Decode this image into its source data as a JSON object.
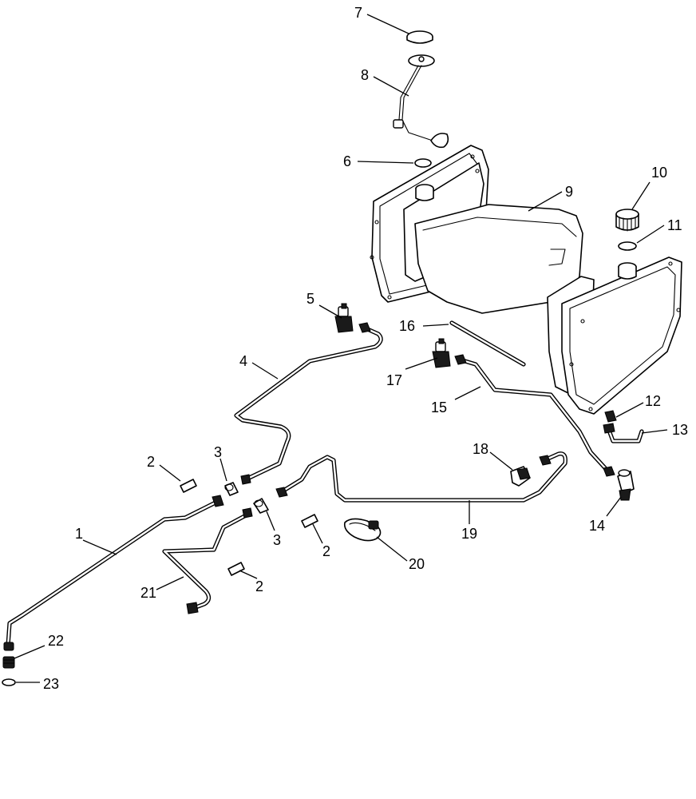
{
  "callouts": [
    {
      "id": "c7",
      "label": "7"
    },
    {
      "id": "c8",
      "label": "8"
    },
    {
      "id": "c6",
      "label": "6"
    },
    {
      "id": "c9",
      "label": "9"
    },
    {
      "id": "c10",
      "label": "10"
    },
    {
      "id": "c11",
      "label": "11"
    },
    {
      "id": "c5",
      "label": "5"
    },
    {
      "id": "c16",
      "label": "16"
    },
    {
      "id": "c4",
      "label": "4"
    },
    {
      "id": "c17",
      "label": "17"
    },
    {
      "id": "c15",
      "label": "15"
    },
    {
      "id": "c12",
      "label": "12"
    },
    {
      "id": "c13",
      "label": "13"
    },
    {
      "id": "c3a",
      "label": "3"
    },
    {
      "id": "c2a",
      "label": "2"
    },
    {
      "id": "c18",
      "label": "18"
    },
    {
      "id": "c14",
      "label": "14"
    },
    {
      "id": "c19",
      "label": "19"
    },
    {
      "id": "c1",
      "label": "1"
    },
    {
      "id": "c3b",
      "label": "3"
    },
    {
      "id": "c2b",
      "label": "2"
    },
    {
      "id": "c20",
      "label": "20"
    },
    {
      "id": "c21",
      "label": "21"
    },
    {
      "id": "c2c",
      "label": "2"
    },
    {
      "id": "c22",
      "label": "22"
    },
    {
      "id": "c23",
      "label": "23"
    }
  ]
}
